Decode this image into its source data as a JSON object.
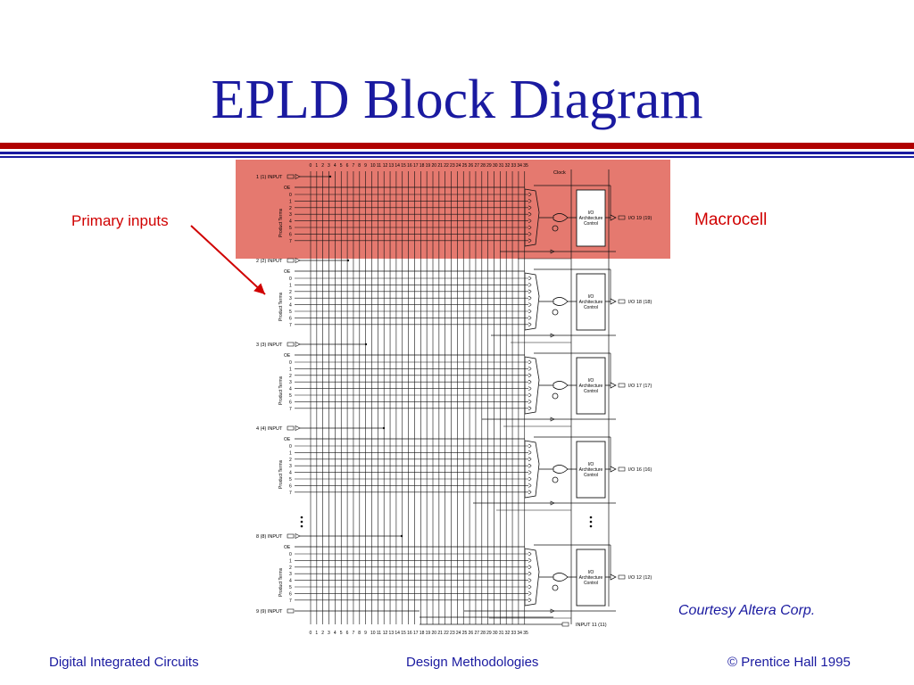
{
  "slide": {
    "title": "EPLD Block Diagram",
    "colors": {
      "title": "#1a1aa0",
      "rule_red": "#b00000",
      "rule_blue": "#1a1aa0",
      "callout": "#d00000",
      "highlight": "#e5796f"
    }
  },
  "callouts": {
    "primary_inputs": "Primary inputs",
    "macrocell": "Macrocell"
  },
  "credit": "Courtesy Altera Corp.",
  "footer": {
    "left": "Digital Integrated Circuits",
    "center": "Design Methodologies",
    "right": "© Prentice Hall 1995"
  },
  "diagram": {
    "column_numbers": [
      "0",
      "1",
      "2",
      "3",
      "4",
      "5",
      "6",
      "7",
      "8",
      "9",
      "10",
      "11",
      "12",
      "13",
      "14",
      "15",
      "16",
      "17",
      "18",
      "19",
      "20",
      "21",
      "22",
      "23",
      "24",
      "25",
      "26",
      "27",
      "28",
      "29",
      "30",
      "31",
      "32",
      "33",
      "34",
      "35"
    ],
    "clock_label": "Clock",
    "oe_label": "OE",
    "product_terms_label": "Product Terms",
    "term_numbers": [
      "0",
      "1",
      "2",
      "3",
      "4",
      "5",
      "6",
      "7"
    ],
    "block_label_lines": [
      "I/O",
      "Architecture",
      "Control"
    ],
    "blocks": [
      {
        "input": "1  (1)  INPUT",
        "io": "I/O  19  (19)"
      },
      {
        "input": "2  (2)  INPUT",
        "io": "I/O  18  (18)"
      },
      {
        "input": "3  (3)  INPUT",
        "io": "I/O  17  (17)"
      },
      {
        "input": "4  (4)  INPUT",
        "io": "I/O  16  (16)"
      },
      {
        "input": "8  (8)  INPUT",
        "io": "I/O  12  (12)"
      }
    ],
    "bottom_input": "9  (9)  INPUT",
    "bottom_right_input": "INPUT  11  (11)"
  }
}
